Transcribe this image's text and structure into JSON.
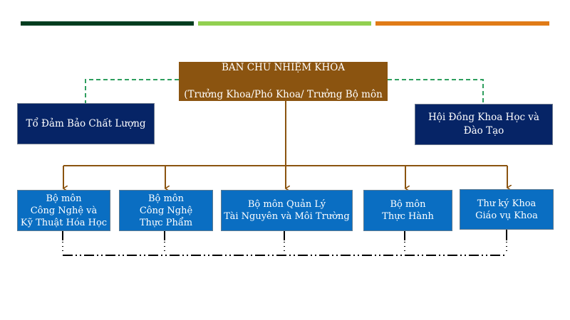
{
  "header_bars": [
    {
      "name": "dark-green",
      "color": "#003d1f"
    },
    {
      "name": "light-green",
      "color": "#92d050"
    },
    {
      "name": "orange",
      "color": "#e07b17"
    }
  ],
  "top_node": {
    "title": "BAN CHỦ NHIỆM KHOA",
    "subtitle": "(Trưởng Khoa/Phó Khoa/ Trưởng Bộ môn"
  },
  "side_nodes": {
    "left": "Tổ Đảm Bảo  Chất Lượng",
    "right": "Hội Đồng Khoa Học và\nĐào Tạo"
  },
  "departments": [
    {
      "label": "Bộ môn\nCông Nghệ và\nKỹ Thuật Hóa Học"
    },
    {
      "label": "Bộ môn\nCông Nghệ\nThực Phẩm"
    },
    {
      "label": "Bộ môn Quản Lý\nTài Nguyên và Môi Trường"
    },
    {
      "label": "Bộ môn\nThực Hành"
    },
    {
      "label": "Thư ký Khoa\nGiáo vụ Khoa"
    }
  ],
  "colors": {
    "top_node": "#8b5410",
    "side_nodes": "#062466",
    "departments": "#0a6ec2",
    "connector_main": "#8b5410",
    "connector_advisory": "#2e9e5e",
    "connector_peer": "#000000"
  }
}
